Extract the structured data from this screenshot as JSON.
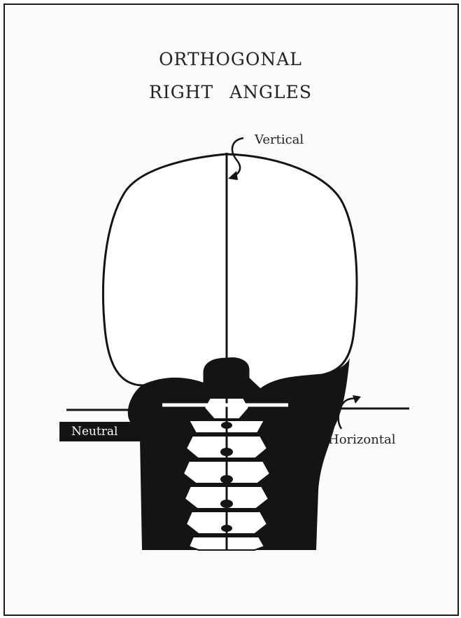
{
  "title": {
    "line1": "ORTHOGONAL",
    "line2": "RIGHT ANGLES"
  },
  "labels": {
    "vertical": "Vertical",
    "horizontal": "Horizontal",
    "neutral": "Neutral"
  },
  "colors": {
    "ink": "#141414",
    "paper": "#fbfbf9",
    "bone": "#ffffff"
  }
}
